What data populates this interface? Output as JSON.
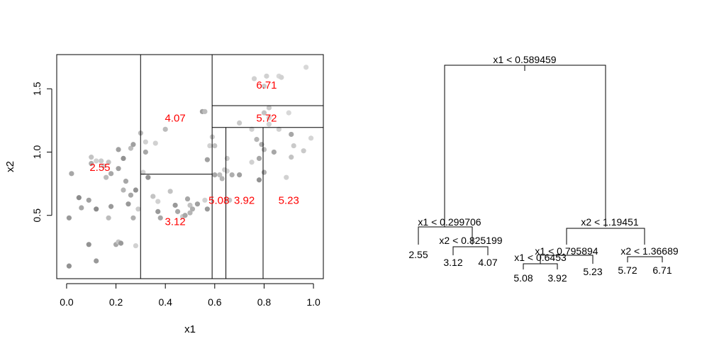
{
  "colors": {
    "region_label": "#ff0000",
    "lines": "#000000",
    "points_dark": "#5a5a5a",
    "points_light": "#d8d8d8"
  },
  "chart_data": [
    {
      "type": "scatter",
      "xlabel": "x1",
      "ylabel": "x2",
      "xlim": [
        -0.04,
        1.04
      ],
      "ylim": [
        0.0,
        1.77
      ],
      "xticks": [
        "0.0",
        "0.2",
        "0.4",
        "0.6",
        "0.8",
        "1.0"
      ],
      "yticks": [
        "0.5",
        "1.0",
        "1.5"
      ],
      "grid": false,
      "points": [
        {
          "x": 0.01,
          "y": 0.1,
          "g": 0.4
        },
        {
          "x": 0.01,
          "y": 0.48,
          "g": 0.45
        },
        {
          "x": 0.02,
          "y": 0.83,
          "g": 0.55
        },
        {
          "x": 0.05,
          "y": 0.64,
          "g": 0.35
        },
        {
          "x": 0.06,
          "y": 0.56,
          "g": 0.55
        },
        {
          "x": 0.09,
          "y": 0.62,
          "g": 0.5
        },
        {
          "x": 0.09,
          "y": 0.27,
          "g": 0.4
        },
        {
          "x": 0.1,
          "y": 0.91,
          "g": 0.6
        },
        {
          "x": 0.1,
          "y": 0.96,
          "g": 0.75
        },
        {
          "x": 0.12,
          "y": 0.14,
          "g": 0.45
        },
        {
          "x": 0.12,
          "y": 0.93,
          "g": 0.85
        },
        {
          "x": 0.12,
          "y": 0.55,
          "g": 0.35
        },
        {
          "x": 0.14,
          "y": 0.93,
          "g": 0.8
        },
        {
          "x": 0.15,
          "y": 0.89,
          "g": 0.78
        },
        {
          "x": 0.16,
          "y": 0.8,
          "g": 0.7
        },
        {
          "x": 0.17,
          "y": 0.92,
          "g": 0.75
        },
        {
          "x": 0.17,
          "y": 0.48,
          "g": 0.7
        },
        {
          "x": 0.18,
          "y": 0.83,
          "g": 0.55
        },
        {
          "x": 0.18,
          "y": 0.57,
          "g": 0.45
        },
        {
          "x": 0.2,
          "y": 0.27,
          "g": 0.55
        },
        {
          "x": 0.21,
          "y": 0.29,
          "g": 0.75
        },
        {
          "x": 0.21,
          "y": 0.87,
          "g": 0.5
        },
        {
          "x": 0.21,
          "y": 1.02,
          "g": 0.5
        },
        {
          "x": 0.22,
          "y": 0.28,
          "g": 0.45
        },
        {
          "x": 0.23,
          "y": 0.7,
          "g": 0.65
        },
        {
          "x": 0.23,
          "y": 0.95,
          "g": 0.4
        },
        {
          "x": 0.24,
          "y": 0.77,
          "g": 0.55
        },
        {
          "x": 0.25,
          "y": 0.59,
          "g": 0.45
        },
        {
          "x": 0.26,
          "y": 1.03,
          "g": 0.7
        },
        {
          "x": 0.26,
          "y": 0.66,
          "g": 0.55
        },
        {
          "x": 0.27,
          "y": 0.48,
          "g": 0.6
        },
        {
          "x": 0.27,
          "y": 1.06,
          "g": 0.5
        },
        {
          "x": 0.28,
          "y": 0.7,
          "g": 0.4
        },
        {
          "x": 0.28,
          "y": 0.26,
          "g": 0.85
        },
        {
          "x": 0.29,
          "y": 0.55,
          "g": 0.8
        },
        {
          "x": 0.3,
          "y": 1.15,
          "g": 0.7
        },
        {
          "x": 0.31,
          "y": 0.84,
          "g": 0.85
        },
        {
          "x": 0.32,
          "y": 1.08,
          "g": 0.85
        },
        {
          "x": 0.32,
          "y": 1.0,
          "g": 0.55
        },
        {
          "x": 0.33,
          "y": 0.8,
          "g": 0.4
        },
        {
          "x": 0.35,
          "y": 0.65,
          "g": 0.75
        },
        {
          "x": 0.36,
          "y": 1.07,
          "g": 0.85
        },
        {
          "x": 0.37,
          "y": 0.53,
          "g": 0.45
        },
        {
          "x": 0.37,
          "y": 0.61,
          "g": 0.85
        },
        {
          "x": 0.38,
          "y": 0.48,
          "g": 0.55
        },
        {
          "x": 0.4,
          "y": 1.18,
          "g": 0.7
        },
        {
          "x": 0.42,
          "y": 0.69,
          "g": 0.75
        },
        {
          "x": 0.44,
          "y": 0.58,
          "g": 0.45
        },
        {
          "x": 0.45,
          "y": 0.53,
          "g": 0.55
        },
        {
          "x": 0.47,
          "y": 0.49,
          "g": 0.8
        },
        {
          "x": 0.48,
          "y": 0.5,
          "g": 0.55
        },
        {
          "x": 0.49,
          "y": 0.63,
          "g": 0.55
        },
        {
          "x": 0.5,
          "y": 0.58,
          "g": 0.75
        },
        {
          "x": 0.5,
          "y": 0.52,
          "g": 0.65
        },
        {
          "x": 0.51,
          "y": 0.55,
          "g": 0.6
        },
        {
          "x": 0.53,
          "y": 0.59,
          "g": 0.5
        },
        {
          "x": 0.55,
          "y": 1.32,
          "g": 0.5
        },
        {
          "x": 0.56,
          "y": 1.32,
          "g": 0.7
        },
        {
          "x": 0.56,
          "y": 0.62,
          "g": 0.85
        },
        {
          "x": 0.57,
          "y": 0.55,
          "g": 0.45
        },
        {
          "x": 0.57,
          "y": 0.94,
          "g": 0.5
        },
        {
          "x": 0.58,
          "y": 1.05,
          "g": 0.85
        },
        {
          "x": 0.59,
          "y": 1.12,
          "g": 0.8
        },
        {
          "x": 0.6,
          "y": 0.82,
          "g": 0.55
        },
        {
          "x": 0.6,
          "y": 1.05,
          "g": 0.75
        },
        {
          "x": 0.62,
          "y": 0.82,
          "g": 0.7
        },
        {
          "x": 0.63,
          "y": 0.79,
          "g": 0.65
        },
        {
          "x": 0.64,
          "y": 0.86,
          "g": 0.8
        },
        {
          "x": 0.65,
          "y": 0.85,
          "g": 0.85
        },
        {
          "x": 0.65,
          "y": 0.95,
          "g": 0.8
        },
        {
          "x": 0.66,
          "y": 0.62,
          "g": 0.75
        },
        {
          "x": 0.67,
          "y": 0.82,
          "g": 0.6
        },
        {
          "x": 0.7,
          "y": 0.82,
          "g": 0.5
        },
        {
          "x": 0.7,
          "y": 1.23,
          "g": 0.8
        },
        {
          "x": 0.75,
          "y": 1.18,
          "g": 0.85
        },
        {
          "x": 0.75,
          "y": 0.92,
          "g": 0.85
        },
        {
          "x": 0.76,
          "y": 1.58,
          "g": 0.85
        },
        {
          "x": 0.77,
          "y": 1.1,
          "g": 0.65
        },
        {
          "x": 0.78,
          "y": 0.78,
          "g": 0.4
        },
        {
          "x": 0.78,
          "y": 0.95,
          "g": 0.55
        },
        {
          "x": 0.79,
          "y": 1.06,
          "g": 0.6
        },
        {
          "x": 0.8,
          "y": 0.84,
          "g": 0.6
        },
        {
          "x": 0.8,
          "y": 1.02,
          "g": 0.7
        },
        {
          "x": 0.8,
          "y": 1.31,
          "g": 0.75
        },
        {
          "x": 0.8,
          "y": 1.52,
          "g": 0.8
        },
        {
          "x": 0.81,
          "y": 1.6,
          "g": 0.85
        },
        {
          "x": 0.82,
          "y": 1.35,
          "g": 0.8
        },
        {
          "x": 0.82,
          "y": 1.27,
          "g": 0.85
        },
        {
          "x": 0.82,
          "y": 1.22,
          "g": 0.85
        },
        {
          "x": 0.84,
          "y": 1.0,
          "g": 0.55
        },
        {
          "x": 0.86,
          "y": 1.6,
          "g": 0.9
        },
        {
          "x": 0.86,
          "y": 1.18,
          "g": 0.85
        },
        {
          "x": 0.87,
          "y": 1.59,
          "g": 0.85
        },
        {
          "x": 0.89,
          "y": 0.8,
          "g": 0.85
        },
        {
          "x": 0.9,
          "y": 1.31,
          "g": 0.9
        },
        {
          "x": 0.91,
          "y": 1.14,
          "g": 0.55
        },
        {
          "x": 0.91,
          "y": 0.96,
          "g": 0.75
        },
        {
          "x": 0.92,
          "y": 1.05,
          "g": 0.8
        },
        {
          "x": 0.96,
          "y": 1.01,
          "g": 0.8
        },
        {
          "x": 0.97,
          "y": 1.67,
          "g": 0.9
        },
        {
          "x": 0.99,
          "y": 1.11,
          "g": 0.88
        }
      ],
      "partitions": [
        {
          "x1": 0.299706,
          "y1": 0.0,
          "x2": 0.299706,
          "y2": 1.77
        },
        {
          "x1": 0.589459,
          "y1": 0.0,
          "x2": 0.589459,
          "y2": 1.77
        },
        {
          "x1": 0.299706,
          "y1": 0.825199,
          "x2": 0.589459,
          "y2": 0.825199
        },
        {
          "x1": 0.589459,
          "y1": 1.19451,
          "x2": 1.04,
          "y2": 1.19451
        },
        {
          "x1": 0.589459,
          "y1": 1.36689,
          "x2": 1.04,
          "y2": 1.36689
        },
        {
          "x1": 0.6453,
          "y1": 0.0,
          "x2": 0.6453,
          "y2": 1.19451
        },
        {
          "x1": 0.795894,
          "y1": 0.0,
          "x2": 0.795894,
          "y2": 1.19451
        }
      ],
      "region_labels": [
        {
          "text": "2.55",
          "x": 0.135,
          "y": 0.88
        },
        {
          "text": "4.07",
          "x": 0.44,
          "y": 1.27
        },
        {
          "text": "3.12",
          "x": 0.44,
          "y": 0.45
        },
        {
          "text": "5.08",
          "x": 0.617,
          "y": 0.62
        },
        {
          "text": "3.92",
          "x": 0.72,
          "y": 0.62
        },
        {
          "text": "5.23",
          "x": 0.9,
          "y": 0.62
        },
        {
          "text": "5.72",
          "x": 0.81,
          "y": 1.27
        },
        {
          "text": "6.71",
          "x": 0.81,
          "y": 1.53
        }
      ]
    },
    {
      "type": "tree",
      "splits": [
        "x1 < 0.589459",
        "x1 < 0.299706",
        "x2 < 0.825199",
        "x2 < 1.19451",
        "x1 < 0.795894",
        "x1 < 0.6453",
        "x2 < 1.36689"
      ],
      "leaves": [
        "2.55",
        "3.12",
        "4.07",
        "5.08",
        "3.92",
        "5.23",
        "5.72",
        "6.71"
      ]
    }
  ]
}
